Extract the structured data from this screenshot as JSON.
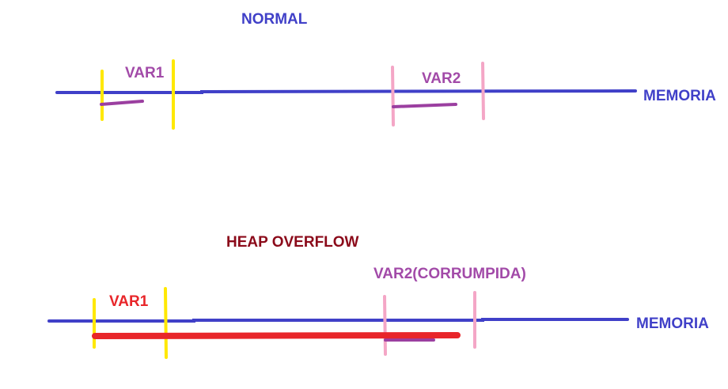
{
  "normal": {
    "title": "NORMAL",
    "var1_label": "VAR1",
    "var2_label": "VAR2",
    "memory_label": "MEMORIA"
  },
  "overflow": {
    "title": "HEAP OVERFLOW",
    "var1_label": "VAR1",
    "var2_label": "VAR2(CORRUMPIDA)",
    "memory_label": "MEMORIA"
  },
  "colors": {
    "memory_line": "#4040c8",
    "title_normal": "#4040c8",
    "title_overflow": "#8b0a1a",
    "var1_boundary": "#ffe800",
    "var2_boundary": "#f4a6c6",
    "var_data": "#9b3fa0",
    "var_label": "#a24aa8",
    "overflow_data": "#e8262a",
    "var1_label_overflow": "#e8262a",
    "memory_label": "#4040c8"
  }
}
